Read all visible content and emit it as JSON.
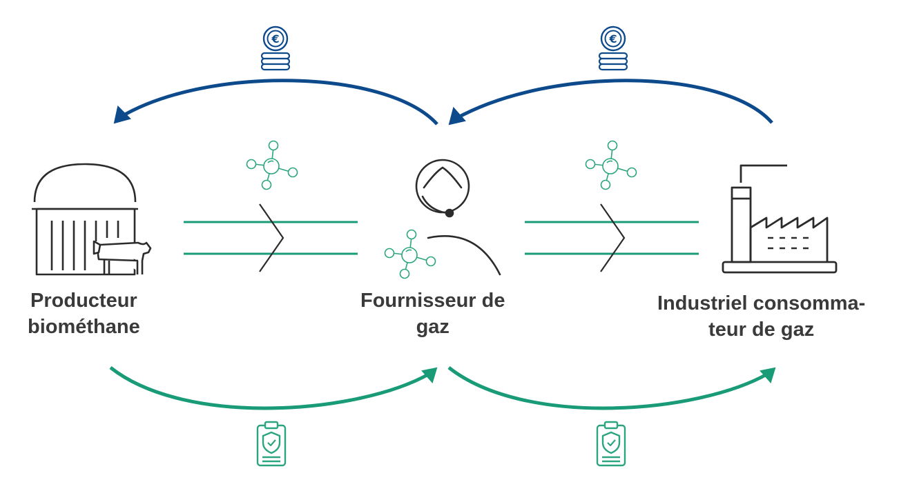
{
  "actors": [
    {
      "id": "producer",
      "icon": "biogas-farm-icon",
      "label_lines": [
        "Producteur",
        "biométhane"
      ]
    },
    {
      "id": "supplier",
      "icon": "operator-headset-icon",
      "label_lines": [
        "Fournisseur de",
        "gaz"
      ]
    },
    {
      "id": "consumer",
      "icon": "factory-icon",
      "label_lines": [
        "Industriel consomma-",
        "teur de gaz"
      ]
    }
  ],
  "flows": {
    "money": {
      "icon": "euro-coins-icon",
      "color": "#0d4a8c",
      "direction": "right-to-left"
    },
    "gas": {
      "icon": "molecule-icon",
      "color": "#1a9b78",
      "direction": "left-to-right"
    },
    "certificate": {
      "icon": "certificate-shield-icon",
      "color": "#1a9b78",
      "direction": "left-to-right"
    }
  },
  "colors": {
    "text": "#3a3a3a",
    "icon_stroke": "#2b2b2b",
    "money": "#0d4a8c",
    "gas_pipe": "#1a9b78",
    "molecule": "#2aa57f",
    "certificate": "#2aa57f"
  }
}
